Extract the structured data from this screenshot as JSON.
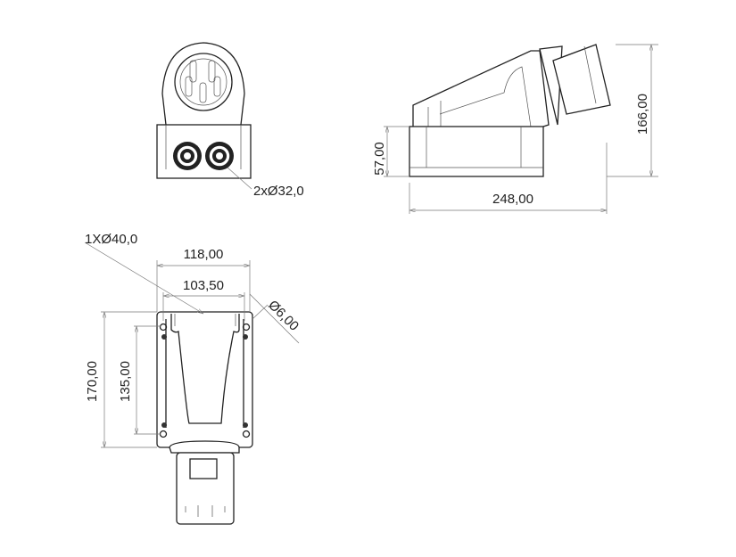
{
  "views": {
    "front": {
      "gland_label": "2xØ32,0"
    },
    "side": {
      "base_height": "57,00",
      "total_height": "166,00",
      "total_length": "248,00"
    },
    "top": {
      "entry_label": "1XØ40,0",
      "width_outer": "118,00",
      "width_holes": "103,50",
      "hole_diameter": "Ø6,00",
      "length_outer": "170,00",
      "length_holes": "135,00"
    }
  }
}
